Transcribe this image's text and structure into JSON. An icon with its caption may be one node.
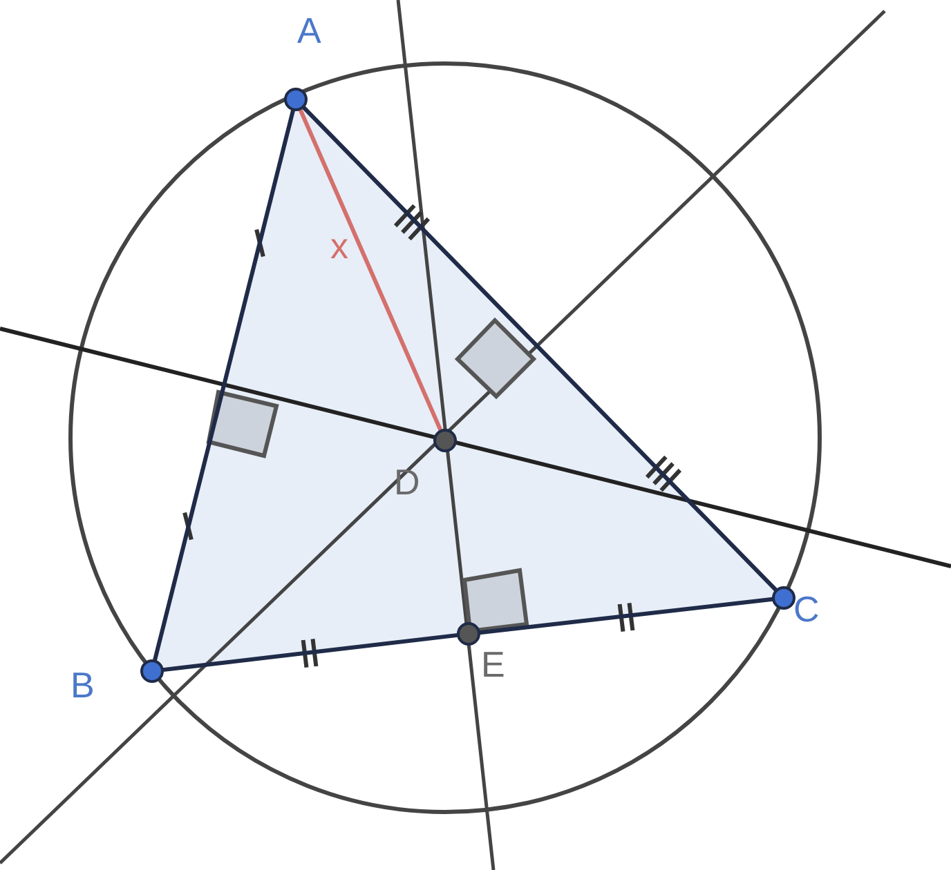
{
  "diagram": {
    "nodes": [
      {
        "text": [
          "A"
        ]
      },
      {
        "text": [
          "B"
        ]
      },
      {
        "text": [
          "C"
        ]
      },
      {
        "text": [
          "D"
        ]
      },
      {
        "text": [
          "E"
        ]
      }
    ],
    "edges": [
      {
        "from": 0,
        "to": 1,
        "arrow": "none"
      },
      {
        "from": 1,
        "to": 4,
        "arrow": "none"
      },
      {
        "from": 4,
        "to": 2,
        "arrow": "none"
      },
      {
        "from": 2,
        "to": 0,
        "arrow": "none"
      },
      {
        "from": 0,
        "to": 3,
        "arrow": "none",
        "label": "x",
        "color": "#d4706c"
      }
    ]
  }
}
